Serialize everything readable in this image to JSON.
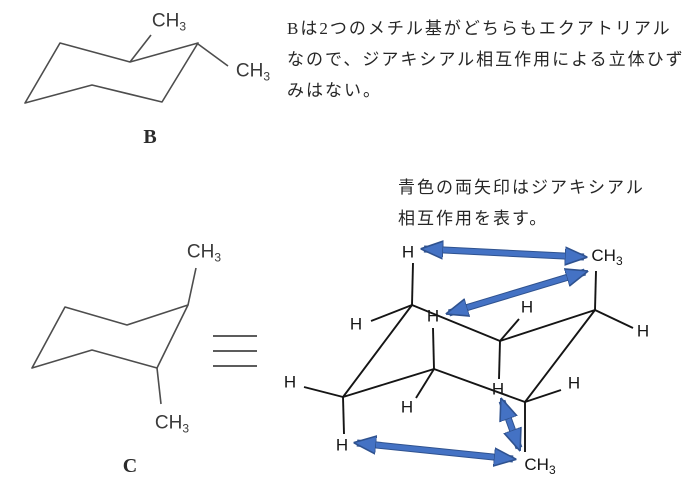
{
  "atoms": {
    "hydrogen": "H",
    "methyl": "CH",
    "methyl_sub": "3"
  },
  "structures": {
    "b": {
      "label": "B"
    },
    "c": {
      "label": "C"
    }
  },
  "notes": {
    "b_line1": "Bは2つのメチル基がどちらもエクアトリアル",
    "b_line2": "なので、ジアキシアル相互作用による立体ひず",
    "b_line3": "みはない。",
    "arrows_line1": "青色の両矢印はジアキシアル",
    "arrows_line2": "相互作用を表す。"
  },
  "colors": {
    "arrow_fill": "#4472c4",
    "arrow_outline": "#2f528f",
    "left_skeleton": "#4d4d4d",
    "right_skeleton": "#151515"
  }
}
